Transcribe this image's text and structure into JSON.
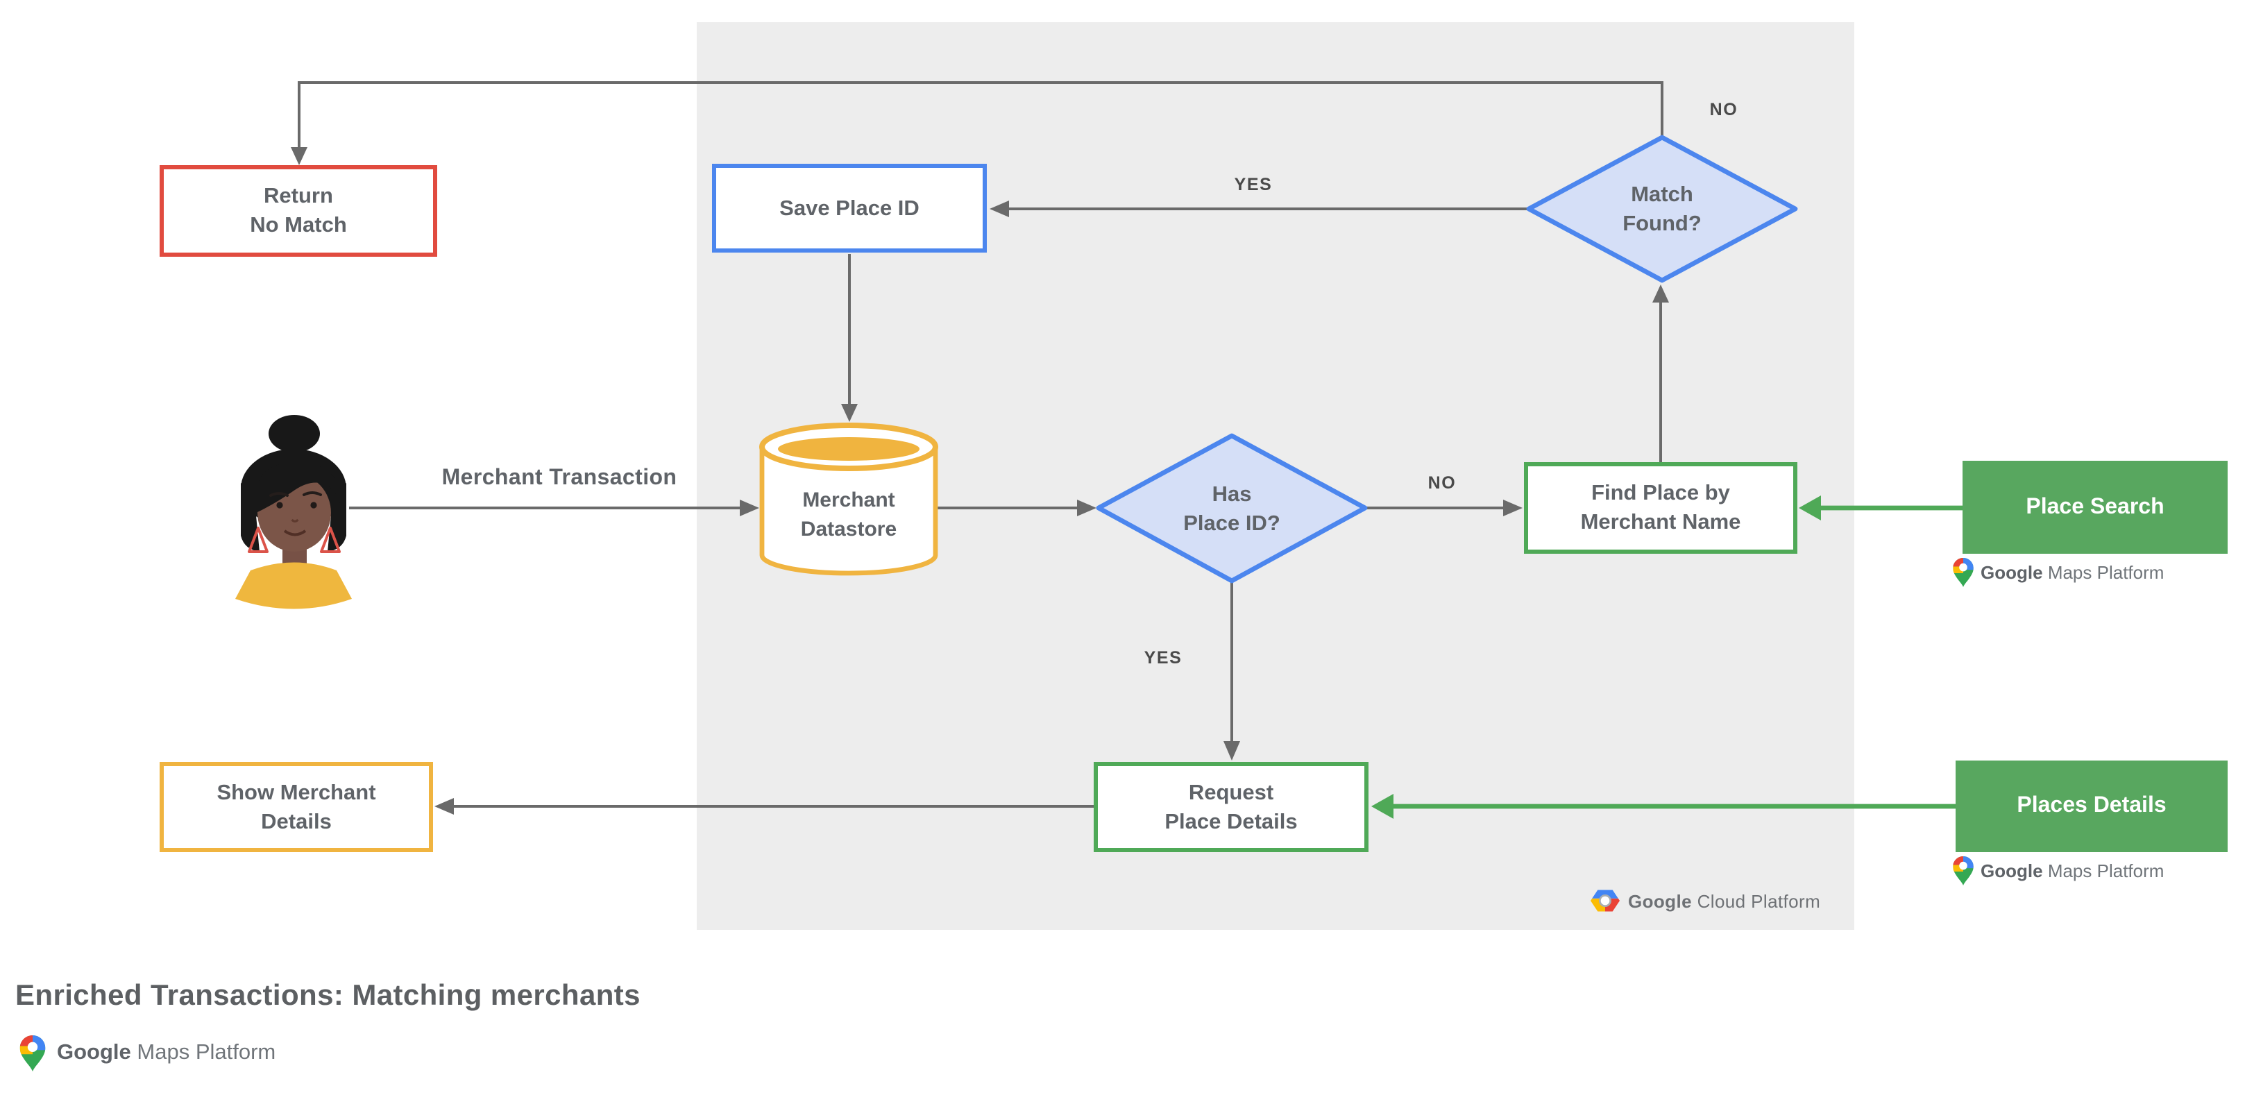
{
  "title": "Enriched Transactions: Matching merchants",
  "flow_label": "Merchant Transaction",
  "edge_labels": {
    "yes_top": "YES",
    "no_top": "NO",
    "no_mid": "NO",
    "yes_mid": "YES"
  },
  "nodes": {
    "return_no_match": {
      "line1": "Return",
      "line2": "No Match"
    },
    "save_place_id": {
      "label": "Save Place ID"
    },
    "match_found": {
      "line1": "Match",
      "line2": "Found?"
    },
    "merchant_datastore": {
      "line1": "Merchant",
      "line2": "Datastore"
    },
    "has_place_id": {
      "line1": "Has",
      "line2": "Place ID?"
    },
    "find_place_by_merchant_name": {
      "line1": "Find Place by",
      "line2": "Merchant Name"
    },
    "place_search": {
      "label": "Place Search"
    },
    "request_place_details": {
      "line1": "Request",
      "line2": "Place Details"
    },
    "places_details": {
      "label": "Places Details"
    },
    "show_merchant_details": {
      "line1": "Show Merchant",
      "line2": "Details"
    }
  },
  "logos": {
    "maps_platform": {
      "google": "Google",
      "rest": "Maps Platform"
    },
    "cloud_platform": {
      "google": "Google",
      "rest": "Cloud Platform"
    }
  },
  "colors": {
    "red": "#E14B3F",
    "blue": "#4C86EE",
    "blue-fill": "#D5DFF7",
    "yellow": "#F0B440",
    "green": "#4FA957",
    "green-fill": "#58A75F",
    "line": "#6A6A6A",
    "panel": "#EDEDED",
    "text": "#5F6368"
  }
}
